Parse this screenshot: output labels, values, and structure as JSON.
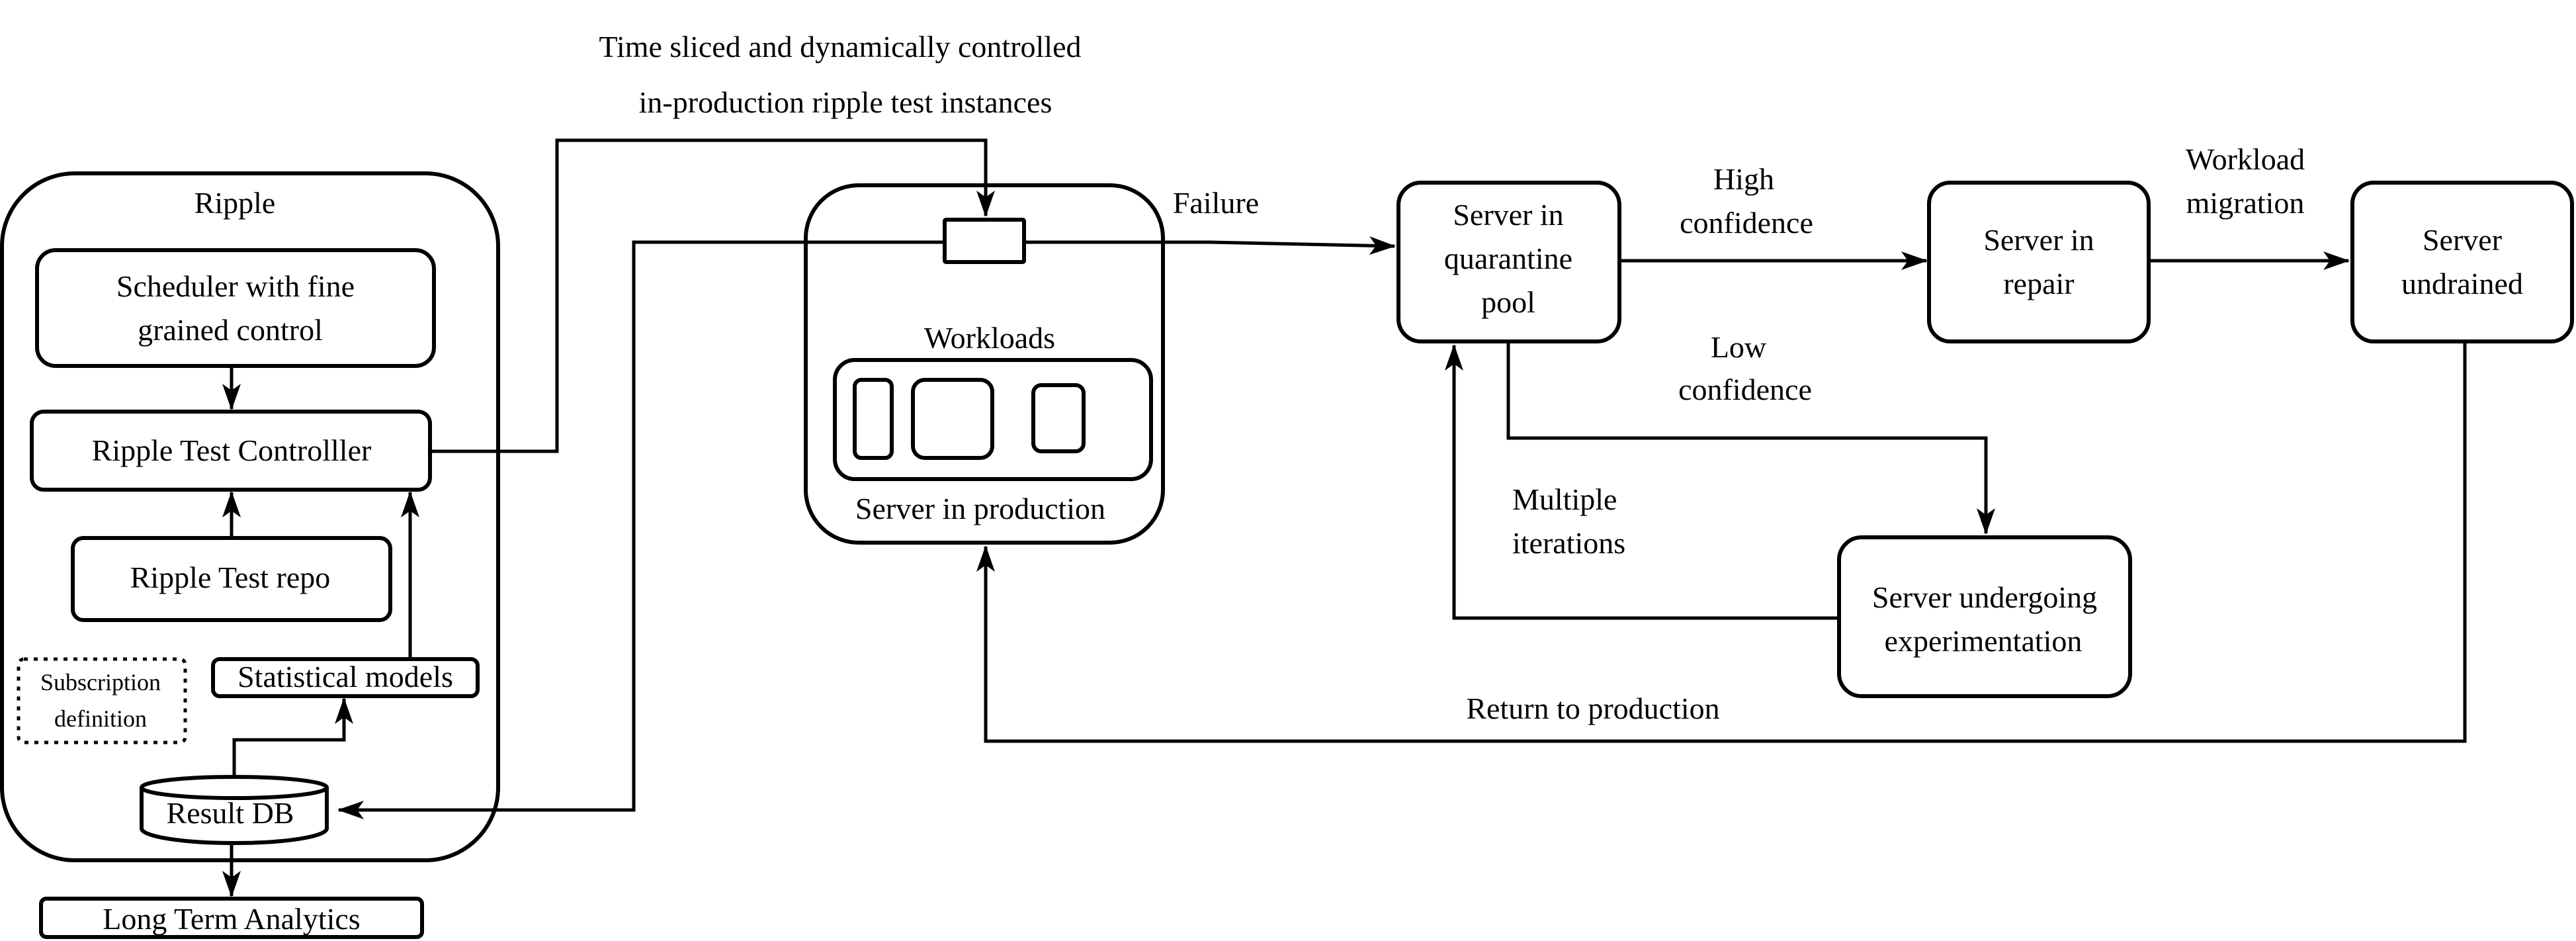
{
  "colors": {
    "stroke": "#000000",
    "background": "#ffffff"
  },
  "header": {
    "title_line1": "Time sliced and dynamically controlled",
    "title_line2": "in-production ripple test instances"
  },
  "ripple": {
    "label": "Ripple",
    "scheduler_line1": "Scheduler with fine",
    "scheduler_line2": "grained control",
    "controller": "Ripple Test Controlller",
    "repo": "Ripple Test repo",
    "subscription_line1": "Subscription",
    "subscription_line2": "definition",
    "statistical_models": "Statistical models",
    "result_db": "Result DB"
  },
  "analytics": {
    "label": "Long Term Analytics"
  },
  "production": {
    "workloads": "Workloads",
    "label": "Server in production"
  },
  "flow": {
    "failure": "Failure",
    "quarantine_line1": "Server in",
    "quarantine_line2": "quarantine",
    "quarantine_line3": "pool",
    "high_line1": "High",
    "high_line2": "confidence",
    "repair_line1": "Server in",
    "repair_line2": "repair",
    "migration_line1": "Workload",
    "migration_line2": "migration",
    "undrained_line1": "Server",
    "undrained_line2": "undrained",
    "low_line1": "Low",
    "low_line2": "confidence",
    "iter_line1": "Multiple",
    "iter_line2": "iterations",
    "experiment_line1": "Server undergoing",
    "experiment_line2": "experimentation",
    "return": "Return to production"
  }
}
